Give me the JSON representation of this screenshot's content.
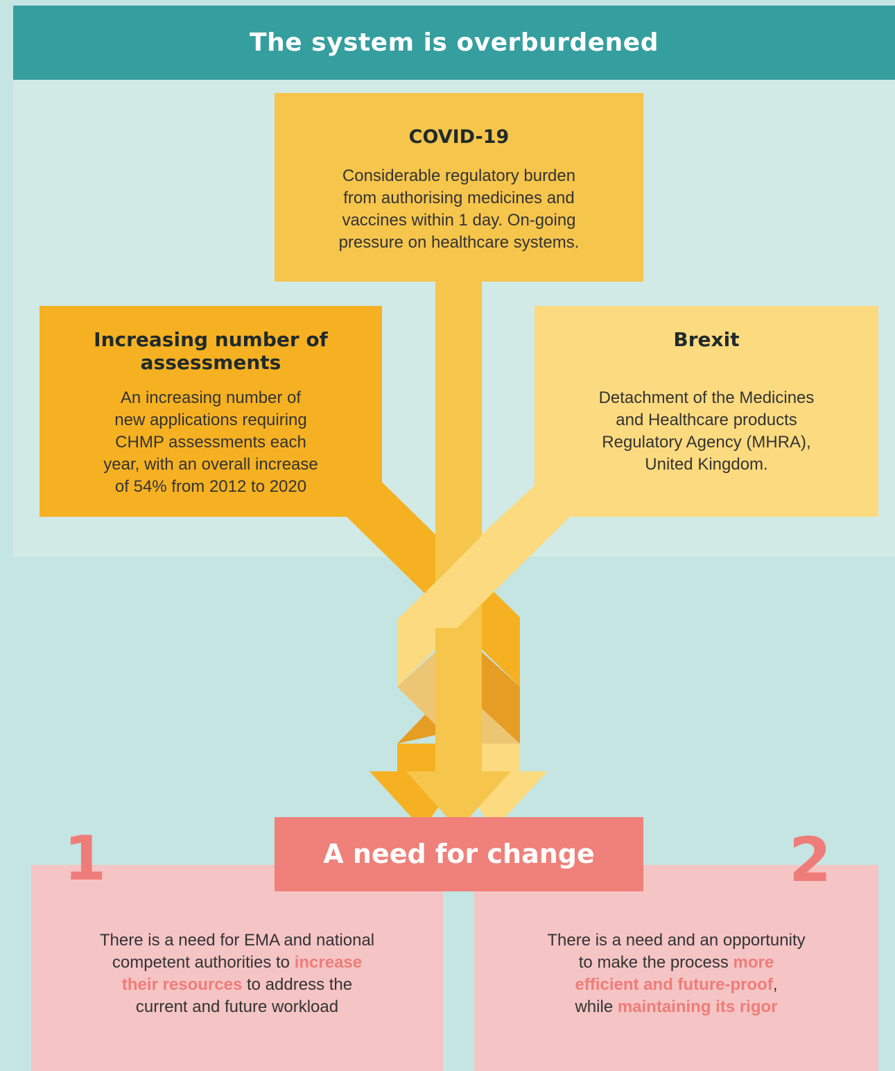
{
  "header": {
    "title": "The system is overburdened"
  },
  "factors": {
    "covid": {
      "title": "COVID-19",
      "lines": [
        "Considerable regulatory burden",
        "from authorising medicines and",
        "vaccines within 1 day. On-going",
        "pressure on healthcare systems."
      ]
    },
    "assessments": {
      "title_lines": [
        "Increasing number of",
        "assessments"
      ],
      "lines": [
        "An increasing number of",
        "new applications requiring",
        "CHMP assessments each",
        "year, with an overall increase",
        "of 54% from 2012 to 2020"
      ]
    },
    "brexit": {
      "title": "Brexit",
      "lines": [
        "Detachment of the Medicines",
        "and Healthcare products",
        "Regulatory Agency (MHRA),",
        "United Kingdom."
      ]
    }
  },
  "need": {
    "title": "A need for change"
  },
  "cards": [
    {
      "number": "1",
      "line1": "There is a need for EMA and national",
      "line2_pre": "competent authorities to ",
      "line2_hl": "increase",
      "line3_hl": "their resources",
      "line3_post": " to address the",
      "line4": "current and future workload"
    },
    {
      "number": "2",
      "line1": "There is a need and an opportunity",
      "line2_pre": "to make the process ",
      "line2_hl": "more",
      "line3_hl": "efficient and future-proof",
      "line3_post": ",",
      "line4_pre": "while ",
      "line4_hl": "maintaining its rigor"
    }
  ],
  "colors": {
    "header": "#359e9e",
    "covid": "#f6c54c",
    "assessments": "#f6b122",
    "brexit": "#fcda7f",
    "need": "#ef807a",
    "card": "#f5c4c4"
  }
}
